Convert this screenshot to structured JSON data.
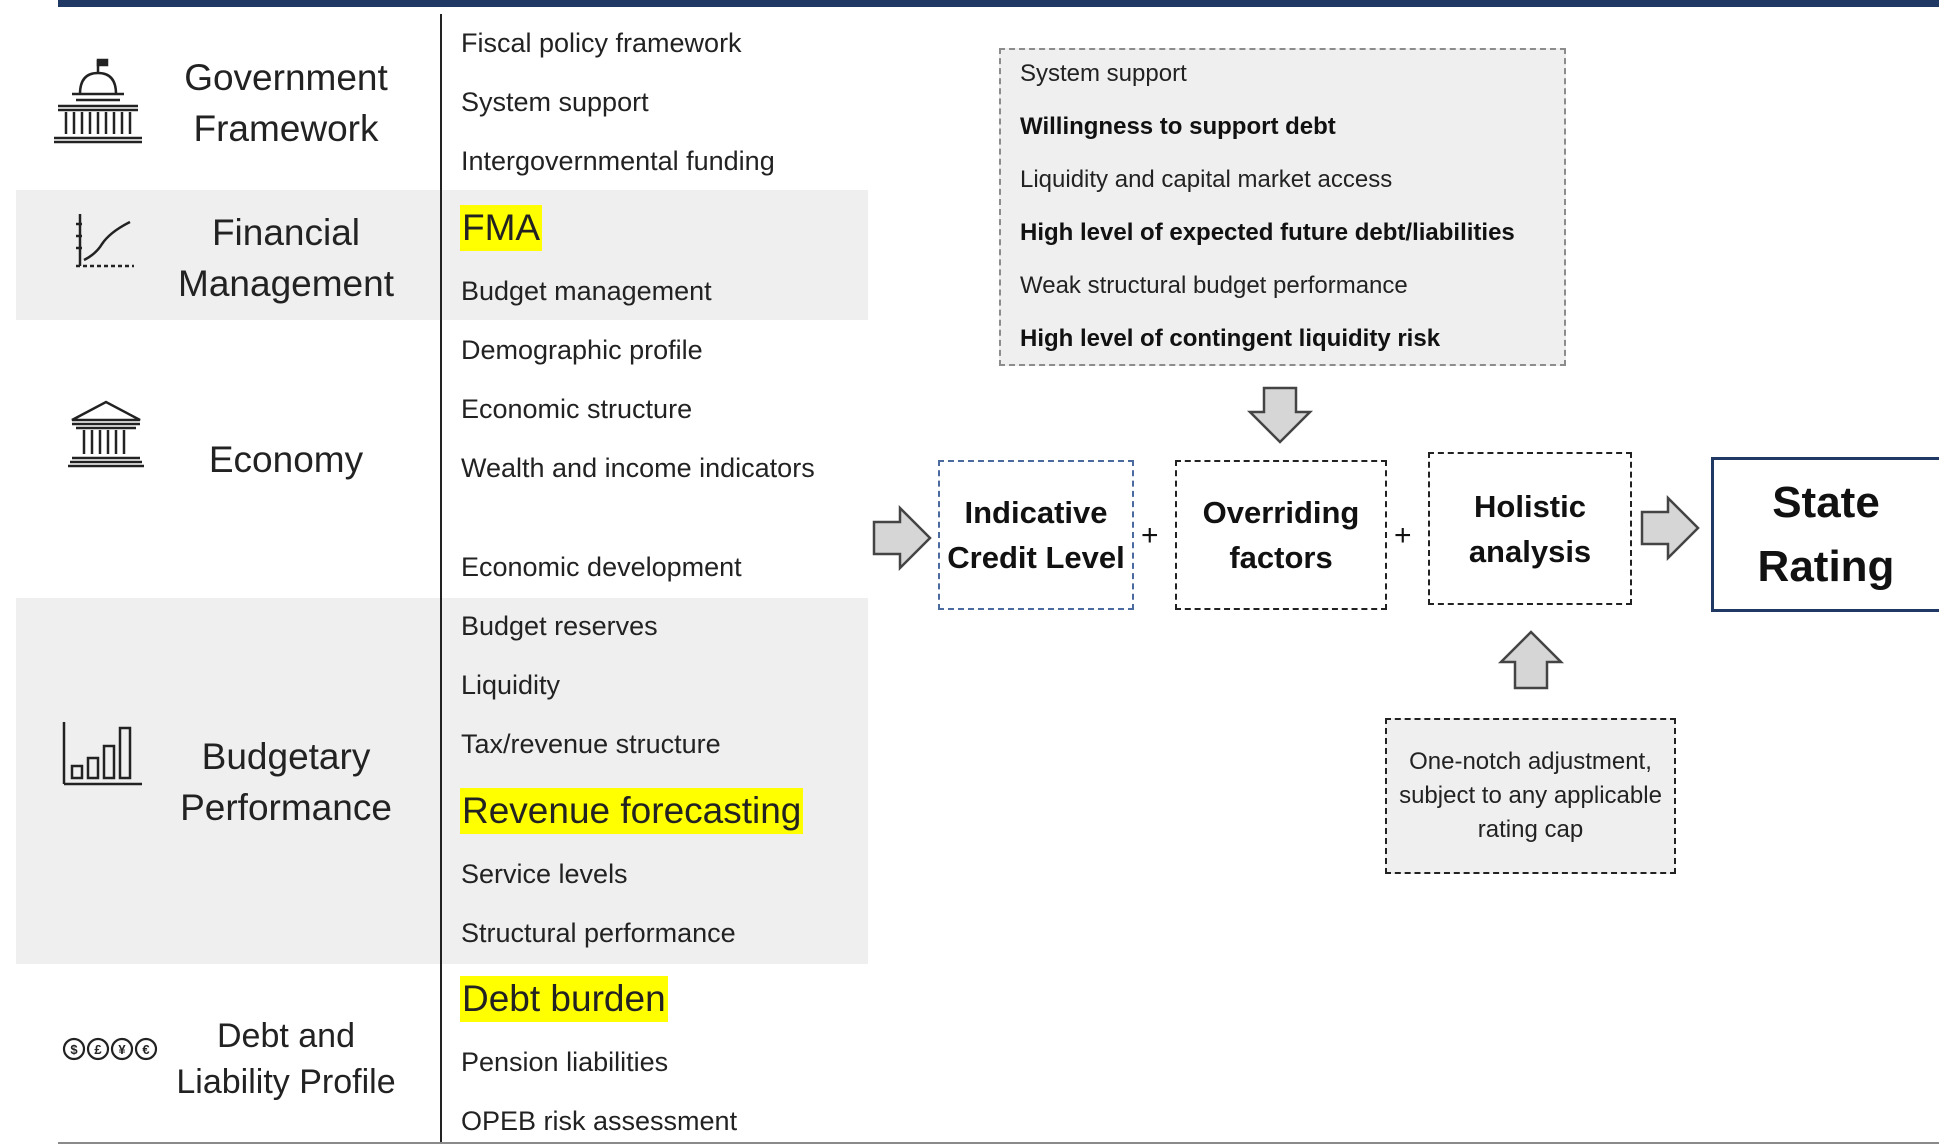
{
  "categories": [
    {
      "label": "Government Framework",
      "icon": "capitol-icon"
    },
    {
      "label": "Financial Management",
      "icon": "line-chart-icon"
    },
    {
      "label": "Economy",
      "icon": "bank-icon"
    },
    {
      "label": "Budgetary Performance",
      "icon": "bar-chart-icon"
    },
    {
      "label": "Debt and Liability Profile",
      "icon": "currency-coins-icon"
    }
  ],
  "items": [
    {
      "label": "Fiscal policy framework",
      "highlight": false
    },
    {
      "label": "System support",
      "highlight": false
    },
    {
      "label": "Intergovernmental funding",
      "highlight": false
    },
    {
      "label": "FMA",
      "highlight": true
    },
    {
      "label": "Budget management",
      "highlight": false
    },
    {
      "label": "Demographic profile",
      "highlight": false
    },
    {
      "label": "Economic structure",
      "highlight": false
    },
    {
      "label": "Wealth and income indicators",
      "highlight": false
    },
    {
      "label": "Economic development",
      "highlight": false
    },
    {
      "label": "Budget reserves",
      "highlight": false
    },
    {
      "label": "Liquidity",
      "highlight": false
    },
    {
      "label": "Tax/revenue structure",
      "highlight": false
    },
    {
      "label": "Revenue forecasting",
      "highlight": true
    },
    {
      "label": "Service levels",
      "highlight": false
    },
    {
      "label": "Structural performance",
      "highlight": false
    },
    {
      "label": "Debt burden",
      "highlight": true
    },
    {
      "label": "Pension liabilities",
      "highlight": false
    },
    {
      "label": "OPEB risk assessment",
      "highlight": false
    }
  ],
  "overriding_factors": [
    {
      "label": "System support",
      "bold": false
    },
    {
      "label": "Willingness to support debt",
      "bold": true
    },
    {
      "label": "Liquidity and capital market access",
      "bold": false
    },
    {
      "label": "High level of expected future debt/liabilities",
      "bold": true
    },
    {
      "label": "Weak structural budget performance",
      "bold": false
    },
    {
      "label": "High level of contingent liquidity risk",
      "bold": true
    }
  ],
  "flow": {
    "indicative": "Indicative Credit Level",
    "overriding": "Overriding factors",
    "holistic": "Holistic analysis",
    "rating": "State Rating",
    "plus": "+",
    "note": "One-notch adjustment, subject to any applicable rating cap"
  }
}
